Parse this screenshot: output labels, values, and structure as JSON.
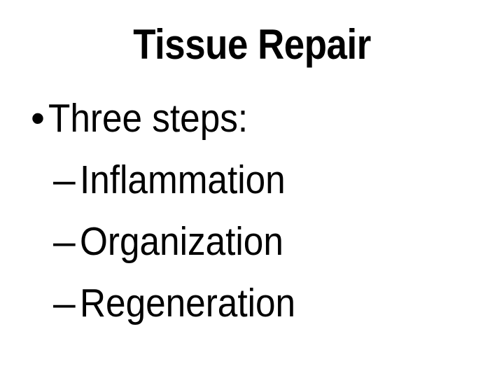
{
  "slide": {
    "background_color": "#ffffff",
    "text_color": "#000000",
    "title": "Tissue Repair",
    "body": {
      "level1": {
        "marker": "•",
        "text": "Three steps:"
      },
      "level2": [
        {
          "marker": "–",
          "text": "Inflammation"
        },
        {
          "marker": "–",
          "text": "Organization"
        },
        {
          "marker": "–",
          "text": "Regeneration"
        }
      ]
    }
  }
}
